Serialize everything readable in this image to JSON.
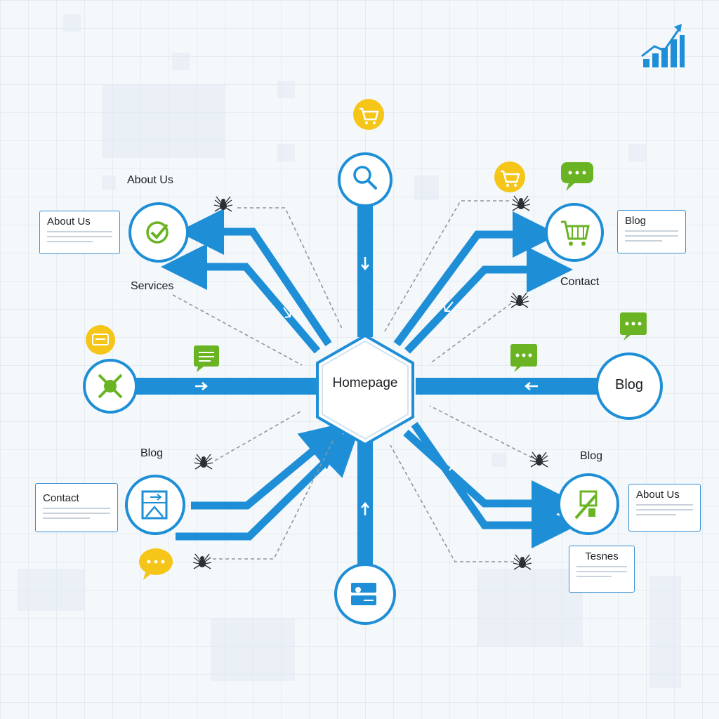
{
  "center": {
    "label": "Homepage"
  },
  "nodes": {
    "top_left_heading": "About Us",
    "top_left_card": "About Us",
    "services": "Services",
    "bottom_left_heading": "Blog",
    "bottom_left_card": "Contact",
    "top_right_card": "Blog",
    "contact": "Contact",
    "right_big": "Blog",
    "bottom_right_heading": "Blog",
    "bottom_right_card": "About Us",
    "bottom_right_card2": "Tesnes"
  },
  "icons": [
    "search-icon",
    "shopping-cart-icon",
    "chat-bubble-icon",
    "spider-icon",
    "check-icon",
    "network-node-icon",
    "sitemap-icon",
    "form-icon",
    "growth-chart-icon",
    "arrow-icon"
  ],
  "colors": {
    "accent": "#1e8fd6",
    "ring": "#2b8fd4",
    "green": "#6ab424",
    "yellow": "#f5c518",
    "dashed": "#8e969e"
  }
}
